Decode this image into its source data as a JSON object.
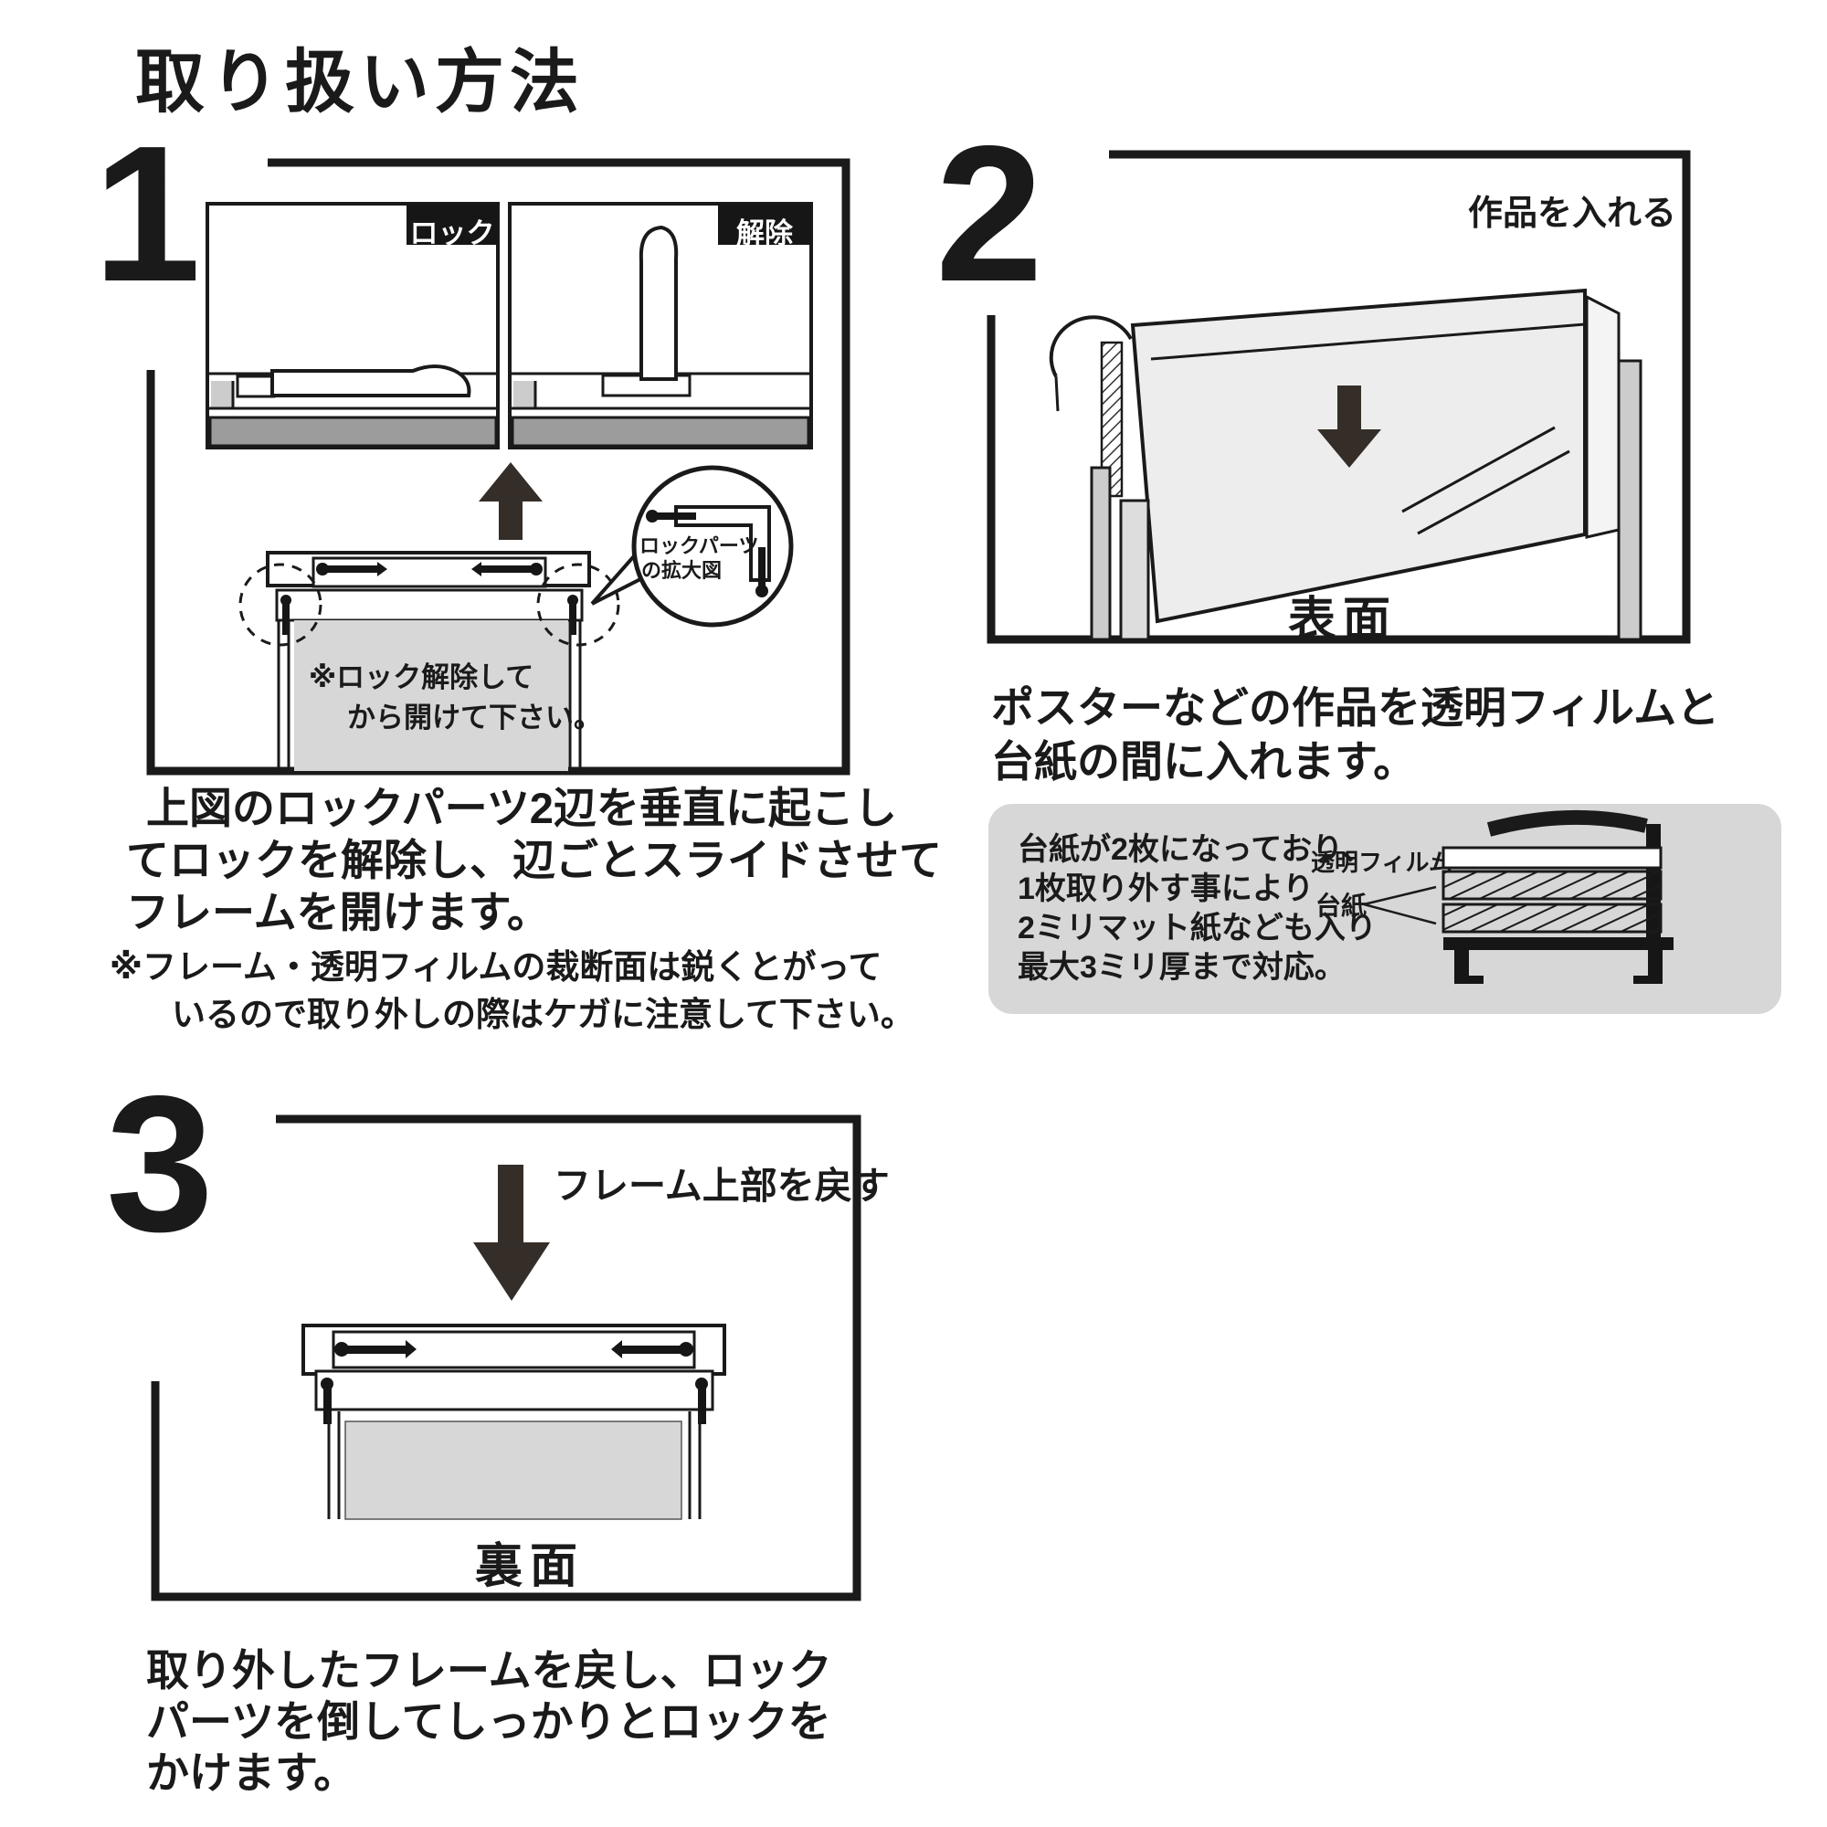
{
  "title": "取り扱い方法",
  "colors": {
    "ink": "#1a1a1a",
    "arrow": "#352e28",
    "light_gray": "#d7d7d7",
    "mid_gray": "#9c9c9c",
    "film_gray": "#ededed",
    "label_bg": "#161616"
  },
  "step1": {
    "number": "1",
    "panel_lock_label": "ロック",
    "panel_release_label": "解除",
    "frame_note_line1": "※ロック解除して",
    "frame_note_line2": "から開けて下さい。",
    "callout_line1": "ロックパーツ",
    "callout_line2": "の拡大図",
    "body_line1": "上図のロックパーツ2辺を垂直に起こし",
    "body_line2": "てロックを解除し、辺ごとスライドさせて",
    "body_line3": "フレームを開けます。",
    "note_line1": "※フレーム・透明フィルムの裁断面は鋭くとがって",
    "note_line2": "いるので取り外しの際はケガに注意して下さい。"
  },
  "step2": {
    "number": "2",
    "top_label": "作品を入れる",
    "surface_label": "表面",
    "body_line1": "ポスターなどの作品を透明フィルムと",
    "body_line2": "台紙の間に入れます。",
    "info_box": {
      "line1": "台紙が2枚になっており、",
      "line2": "1枚取り外す事により",
      "line3": "2ミリマット紙なども入り",
      "line4": "最大3ミリ厚まで対応。",
      "label_film": "透明フィルム",
      "label_board": "台紙"
    }
  },
  "step3": {
    "number": "3",
    "top_label": "フレーム上部を戻す",
    "back_label": "裏面",
    "body_line1": "取り外したフレームを戻し、ロック",
    "body_line2": "パーツを倒してしっかりとロックを",
    "body_line3": "かけます。"
  }
}
